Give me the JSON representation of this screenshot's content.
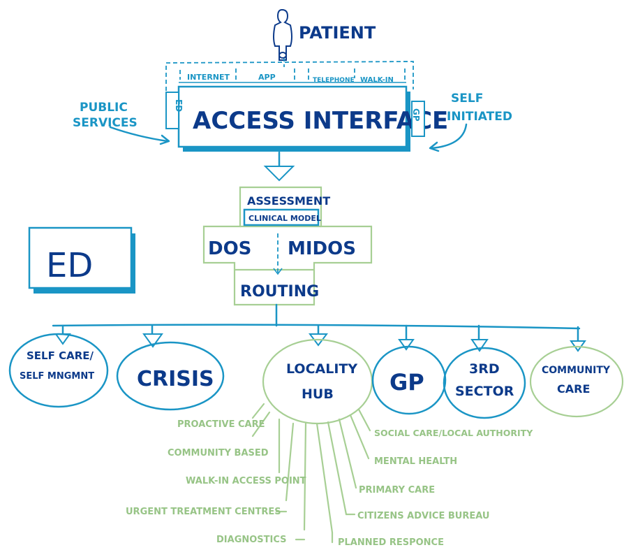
{
  "top": {
    "patient": "PATIENT",
    "channels": [
      "INTERNET",
      "APP",
      "TELEPHONE",
      "WALK-IN"
    ],
    "left_tab": "ED",
    "right_tab": "GP",
    "access_interface": "ACCESS INTERFACE",
    "public_services": [
      "PUBLIC",
      "SERVICES"
    ],
    "self_initiated": [
      "SELF",
      "INITIATED"
    ]
  },
  "middle": {
    "assessment": "ASSESSMENT",
    "clinical_model": "CLINICAL MODEL",
    "dos": "DOS",
    "midos": "MIDOS",
    "routing": "ROUTING",
    "ed_box": "ED"
  },
  "destinations": {
    "self_care": [
      "SELF CARE/",
      "SELF MNGMNT"
    ],
    "crisis": "CRISIS",
    "locality_hub": [
      "LOCALITY",
      "HUB"
    ],
    "gp": "GP",
    "third_sector": [
      "3RD",
      "SECTOR"
    ],
    "community_care": [
      "COMMUNITY",
      "CARE"
    ]
  },
  "hub_spokes": {
    "proactive_care": "PROACTIVE CARE",
    "community_based": "COMMUNITY BASED",
    "walk_in_access": "WALK-IN ACCESS POINT",
    "urgent_treatment": "URGENT TREATMENT CENTRES",
    "diagnostics": "DIAGNOSTICS",
    "planned_response": "PLANNED RESPONCE",
    "citizens_advice": "CITIZENS ADVICE BUREAU",
    "primary_care": "PRIMARY CARE",
    "mental_health": "MENTAL HEALTH",
    "social_care": "SOCIAL CARE/LOCAL AUTHORITY"
  },
  "colors": {
    "teal": "#1a95c5",
    "dark_blue": "#0c3a8a",
    "green": "#97c486"
  }
}
